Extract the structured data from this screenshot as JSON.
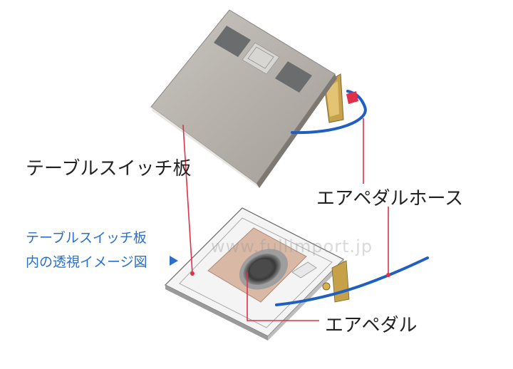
{
  "labels": {
    "table_switch_plate": "テーブルスイッチ板",
    "air_pedal_hose": "エアペダルホース",
    "see_through_line1": "テーブルスイッチ板",
    "see_through_line2": "内の透視イメージ図",
    "air_pedal": "エアペダル"
  },
  "watermark": "www.fullimport.jp",
  "colors": {
    "leader_line": "#e0304a",
    "hose": "#1f5fc4",
    "caption_blue": "#2a6fc9",
    "plate": "#b9b4ac",
    "pedal_pad": "#d9b8a6"
  },
  "icons": {
    "pointer": "triangle-right-icon"
  }
}
